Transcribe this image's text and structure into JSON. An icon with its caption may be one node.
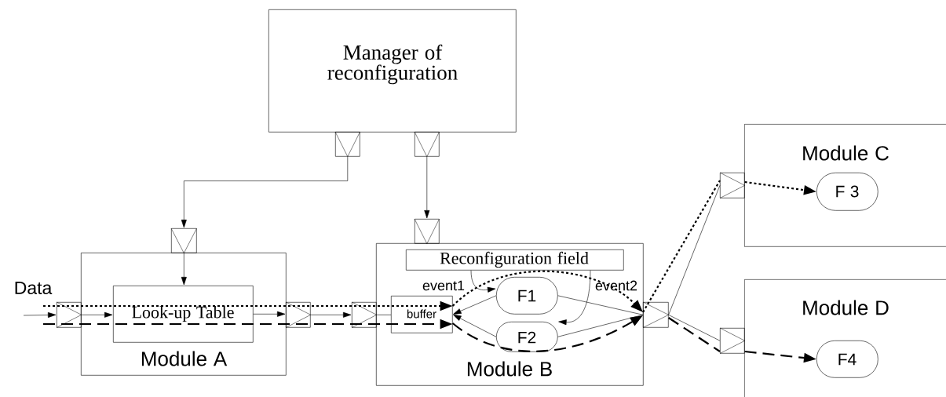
{
  "diagram": {
    "nodes": [
      {
        "text": [
          "Manager of reconfiguration"
        ]
      },
      {
        "text": [],
        "shape": "box"
      },
      {
        "text": [],
        "shape": "box"
      },
      {
        "text": [
          "Module A"
        ]
      },
      {
        "text": [],
        "shape": "box"
      },
      {
        "text": [
          "Look-up Table"
        ],
        "in": 3
      },
      {
        "text": [],
        "shape": "box"
      },
      {
        "text": [],
        "shape": "box"
      },
      {
        "text": [
          "Module B"
        ]
      },
      {
        "text": [],
        "shape": "box"
      },
      {
        "text": [
          "Reconfiguration field"
        ],
        "in": 8
      },
      {
        "text": [],
        "shape": "box"
      },
      {
        "text": [
          "buffer"
        ],
        "in": 8
      },
      {
        "text": [
          "F1"
        ],
        "in": 8
      },
      {
        "text": [
          "F2"
        ],
        "in": 8
      },
      {
        "text": [],
        "shape": "box"
      },
      {
        "text": [
          "Module C"
        ]
      },
      {
        "text": [],
        "shape": "box"
      },
      {
        "text": [
          "F 3"
        ],
        "in": 16
      },
      {
        "text": [
          "Module D"
        ]
      },
      {
        "text": [],
        "shape": "box"
      },
      {
        "text": [
          "F4"
        ],
        "in": 19
      }
    ],
    "edges": [
      {
        "from": 1,
        "to": 4,
        "arrow": "to"
      },
      {
        "from": 2,
        "to": 9,
        "arrow": "to"
      },
      {
        "from": null,
        "to": 6,
        "arrow": "to"
      },
      {
        "from": 6,
        "to": 5,
        "arrow": "to"
      },
      {
        "from": 4,
        "to": 5,
        "arrow": "to"
      },
      {
        "from": 5,
        "to": 7,
        "arrow": "to"
      },
      {
        "from": 7,
        "to": 11,
        "arrow": "to"
      },
      {
        "from": 11,
        "to": 12,
        "arrow": "none"
      },
      {
        "from": 10,
        "to": 13,
        "arrow": "to",
        "label": "event1"
      },
      {
        "from": 10,
        "to": 14,
        "arrow": "to",
        "label": "event2"
      },
      {
        "from": 13,
        "to": 12,
        "arrow": "to"
      },
      {
        "from": 14,
        "to": 12,
        "arrow": "to"
      },
      {
        "from": 13,
        "to": 15,
        "arrow": "none"
      },
      {
        "from": 14,
        "to": 15,
        "arrow": "none"
      },
      {
        "from": 15,
        "to": 17,
        "arrow": "none"
      },
      {
        "from": 15,
        "to": 20,
        "arrow": "none"
      },
      {
        "from": null,
        "to": 12,
        "arrow": "to",
        "style": "dashed"
      },
      {
        "from": 12,
        "to": 15,
        "arrow": "to",
        "style": "dashed"
      },
      {
        "from": 15,
        "to": 17,
        "arrow": "none",
        "style": "dashed"
      },
      {
        "from": 17,
        "to": 18,
        "arrow": "to",
        "style": "dashed"
      },
      {
        "from": null,
        "to": 12,
        "arrow": "to",
        "style": "dashed"
      },
      {
        "from": 12,
        "to": 15,
        "arrow": "to",
        "style": "dashed"
      },
      {
        "from": 15,
        "to": 20,
        "arrow": "none",
        "style": "dashed"
      },
      {
        "from": 20,
        "to": 21,
        "arrow": "to",
        "style": "dashed"
      }
    ],
    "labels": [
      "Data"
    ]
  }
}
